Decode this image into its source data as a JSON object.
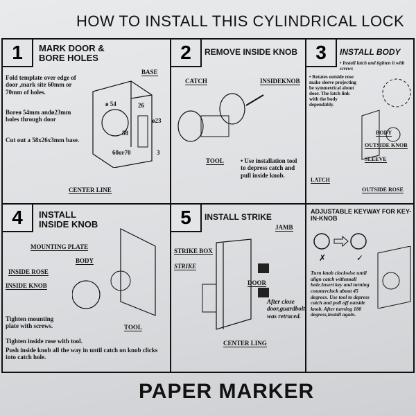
{
  "title": "HOW TO  INSTALL THIS CYLINDRICAL LOCK",
  "steps": [
    {
      "num": "1",
      "heading": "MARK DOOR & BORE HOLES",
      "text": [
        "Fold template over edge of door ,mark site 60mm or 70mm of holes.",
        "Boreø 54mm andø23mm holes through door",
        "Cut out a 58x26x3mm base."
      ],
      "labels": {
        "base": "BASE",
        "d54": "ø 54",
        "d26": "26",
        "d23": "ø23",
        "d58": "58",
        "d60": "60or70",
        "d3": "3",
        "center": "CENTER LINE"
      }
    },
    {
      "num": "2",
      "heading": "REMOVE INSIDE KNOB",
      "text": "• Use installation tool to depress catch and pull inside knob.",
      "labels": {
        "catch": "CATCH",
        "insideknob": "INSIDEKNOB",
        "tool": "TOOL"
      }
    },
    {
      "num": "3",
      "heading": "INSTALL BODY",
      "text": [
        "• Install latch and tighten it with screws",
        "• Rotates outside rose make sleeve projecting be symmetrical about door. The latch link with the body dependably."
      ],
      "labels": {
        "body": "BODY",
        "outsideknob": "OUTSIDE KNOB",
        "sleeve": "SLEEVE",
        "latch": "LATCH",
        "outsiderose": "OUTSIDE ROSE"
      }
    },
    {
      "num": "4",
      "heading": "INSTALL INSIDE KNOB",
      "text": [
        "Tighten mounting plate with screws.",
        "Tighten inside rose with tool.",
        "Push inside knob all the way in until catch on knob clicks into catch hole."
      ],
      "labels": {
        "plate": "MOUNTING PLATE",
        "body": "BODY",
        "rose": "INSIDE ROSE",
        "knob": "INSIDE KNOB",
        "tool": "TOOL"
      }
    },
    {
      "num": "5",
      "heading": "INSTALL STRIKE",
      "text": "After close door,guardbolt was retraced.",
      "labels": {
        "jamb": "JAMB",
        "strikebox": "STRIKE BOX",
        "strike": "STRIKE",
        "door": "DOOR",
        "center": "CENTER LING"
      }
    }
  ],
  "keyway": {
    "heading": "ADJUSTABLE KEYWAY FOR KEY-IN-KNOB",
    "text": "Turn knob clockwise until align catch withsmall hole.Insert key and turning counterclock about 45 degrees. Use tool to depress catch and pull off outside knob. After turning 180 degress,install again.",
    "wrong": "✗",
    "right": "✓"
  },
  "bottom_text": "PAPER MARKER"
}
